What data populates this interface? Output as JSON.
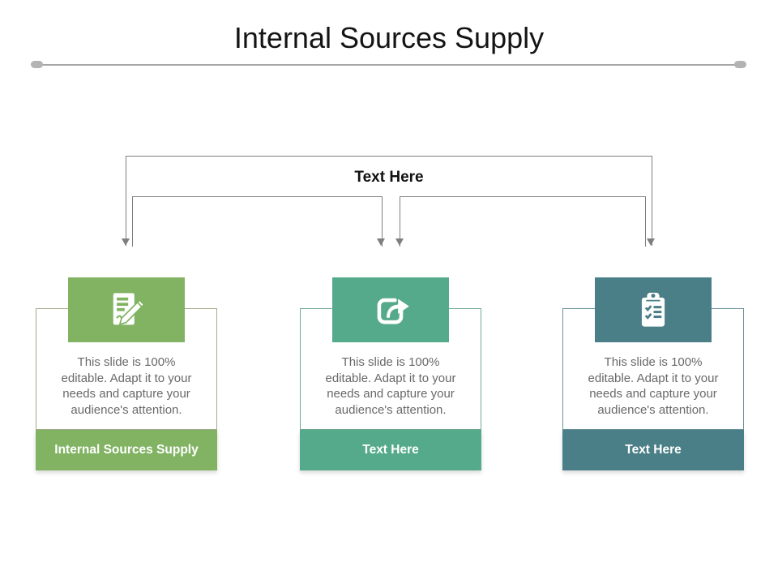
{
  "slide": {
    "title": "Internal Sources Supply",
    "divider": {
      "line_color": "#a6a6a6",
      "cap_color": "#b3b3b3"
    },
    "connector": {
      "label": "Text Here",
      "line_color": "#7f7f7f"
    },
    "card_body_lines": [
      "This slide is 100%",
      "editable. Adapt it to your",
      "needs and capture your",
      "audience's attention."
    ],
    "cards": [
      {
        "icon": "edit-note-icon",
        "label": "Internal Sources Supply",
        "accent": "#81b363",
        "border_color": "#a3ab8c"
      },
      {
        "icon": "share-arrow-icon",
        "label": "Text Here",
        "accent": "#55aa8c",
        "border_color": "#72a893"
      },
      {
        "icon": "clipboard-checklist-icon",
        "label": "Text Here",
        "accent": "#4b7f87",
        "border_color": "#68929a"
      }
    ],
    "colors": {
      "body_text": "#696969",
      "title_text": "#141414",
      "footer_text": "#ffffff"
    }
  }
}
